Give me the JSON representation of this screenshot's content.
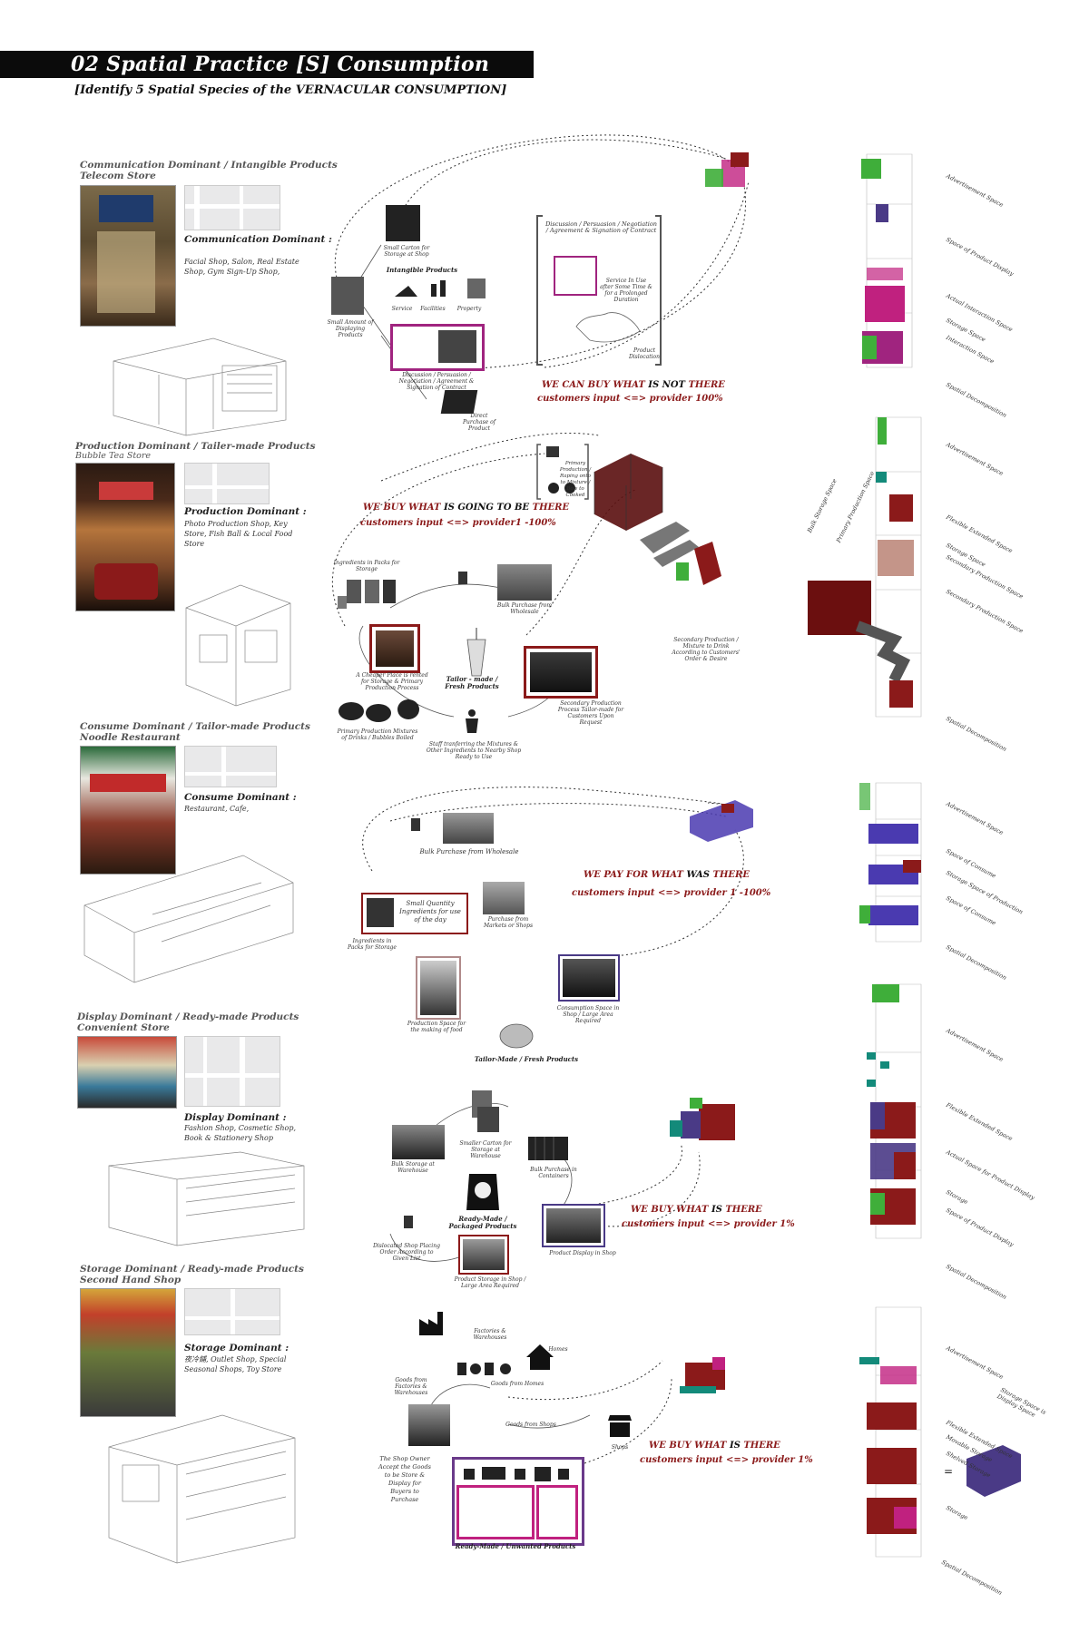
{
  "header": {
    "title": "02 Spatial Practice [S] Consumption",
    "subtitle": "[Identify 5 Spatial Species of the VERNACULAR CONSUMPTION]"
  },
  "colors": {
    "dark_red": "#8b1a1a",
    "magenta": "#c0217f",
    "purple": "#4a3a86",
    "green": "#3fae3a",
    "title_bar": "#0b0b0b"
  },
  "sections": [
    {
      "heading": "Communication Dominant / Intangible Products",
      "subheading": "Telecom Store",
      "dominant_title": "Communication Dominant :",
      "dominant_desc": "Facial Shop, Salon, Real Estate Shop, Gym Sign-Up Shop,",
      "diagram": {
        "nodes": [
          "Small Carton for Storage at Shop",
          "Intangible Products",
          "Service",
          "Facilities",
          "Property",
          "Small Amount of Displaying Products",
          "Discussion / Persuasion / Negotiation / Agreement & Signation of Contract",
          "Direct Purchase of Product",
          "Service In Use after Some Time & for a Prolonged Duration",
          "Product Dislocation"
        ],
        "bracket_text": "Discussion / Persuasion / Negotiation / Agreement & Signation of Contract",
        "quote_line1_red": "WE CAN BUY WHAT",
        "quote_line1_black": "IS NOT",
        "quote_line1_red2": "THERE",
        "quote_line2": "customers input <=> provider 100%"
      },
      "axo_labels": [
        "Advertisement Space",
        "Space of Product Display",
        "Actual Interaction Space",
        "Storage Space",
        "Interaction Space",
        "Spatial Decomposition"
      ]
    },
    {
      "heading": "Production Dominant / Tailer-made Products",
      "subheading": "Bubble Tea Store",
      "dominant_title": "Production Dominant :",
      "dominant_desc": "Photo Production Shop, Key Store, Fish Ball & Local Food Store",
      "diagram": {
        "nodes": [
          "Primary Production / Raping onto to Mixture / Bow to Cooked",
          "Ingredients in Packs for Storage",
          "Bulk Purchase from Wholesale",
          "A Cheaper Place is rented for Storage & Primary Production Process",
          "Tailor - made / Fresh Products",
          "Secondary Production Process Tailor-made for Customers Upon Request",
          "Secondary Production / Mixture to Drink According to Customers' Order & Desire",
          "Primary Production Mixtures of Drinks / Bubbles Boiled",
          "Staff tranferring the Mixtures & Other Ingredients to Nearby Shop Ready to Use"
        ],
        "quote_line1_red": "WE BUY WHAT",
        "quote_line1_black": "IS GOING TO BE",
        "quote_line1_red2": "THERE",
        "quote_line2": "customers input <=> provider1 -100%"
      },
      "axo_labels": [
        "Advertisement Space",
        "Flexible Extended Space",
        "Storage Space",
        "Secondary Production Space",
        "Secondary Production Space",
        "Spatial Decomposition",
        "Bulk Storage Space",
        "Primary Production Space"
      ]
    },
    {
      "heading": "Consume Dominant / Tailor-made Products",
      "subheading": "Noodle Restaurant",
      "dominant_title": "Consume Dominant :",
      "dominant_desc": "Restaurant, Cafe,",
      "diagram": {
        "nodes": [
          "Bulk Purchase from Wholesale",
          "Small Quantity Ingredients for use of the day",
          "Purchase from Markets or Shops",
          "Ingredients in Packs for Storage",
          "Production Space for the making of food",
          "Consumption Space in Shop / Large Area Required",
          "Tailor-Made / Fresh Products"
        ],
        "quote_line1_red": "WE PAY FOR WHAT",
        "quote_line1_black": "WAS",
        "quote_line1_red2": "THERE",
        "quote_line2": "customers input <=> provider 1 -100%"
      },
      "axo_labels": [
        "Advertisement Space",
        "Space of Consume",
        "Storage Space of Production",
        "Space of Consume",
        "Spatial Decomposition"
      ]
    },
    {
      "heading": "Display Dominant / Ready-made Products",
      "subheading": "Convenient Store",
      "dominant_title": "Display Dominant :",
      "dominant_desc": "Fashion Shop, Cosmetic Shop, Book & Stationery Shop",
      "diagram": {
        "nodes": [
          "Smaller Carton for Storage at Warehouse",
          "Bulk Storage at Warehouse",
          "Bulk Purchase in Containers",
          "Ready-Made / Packaged Products",
          "Dislocated Shop Placing Order According to Given List",
          "Product Display in Shop",
          "Product Storage in Shop / Large Area Required"
        ],
        "quote_line1_red": "WE BUY WHAT",
        "quote_line1_black": "IS",
        "quote_line1_red2": "THERE",
        "quote_line2": "customers input <=> provider 1%"
      },
      "axo_labels": [
        "Advertisement Space",
        "Flexible Extended Space",
        "Actual Space for Product Display",
        "Storage",
        "Space of Product Display",
        "Spatial Decomposition"
      ]
    },
    {
      "heading": "Storage Dominant / Ready-made Products",
      "subheading": "Second Hand Shop",
      "dominant_title": "Storage Dominant :",
      "dominant_desc": "夜冷鋪, Outlet Shop, Special Seasonal Shops, Toy Store",
      "diagram": {
        "nodes": [
          "Factories & Warehouses",
          "Homes",
          "Goods from Factories & Warehouses",
          "Goods from Homes",
          "Goods from Shops",
          "Shops",
          "The Shop Owner Accept the Goods to be Store & Display for Buyers to Purchase",
          "Ready-Made / Unwanted Products"
        ],
        "quote_line1_red": "WE BUY WHAT",
        "quote_line1_black": "IS",
        "quote_line1_red2": "THERE",
        "quote_line2": "customers input <=> provider 1%"
      },
      "axo_labels": [
        "Advertisement Space",
        "Flexible Extended Space",
        "Movable Storage",
        "Shelved Storage",
        "Storage",
        "Spatial Decomposition",
        "Storage Space is Display Space"
      ]
    }
  ]
}
